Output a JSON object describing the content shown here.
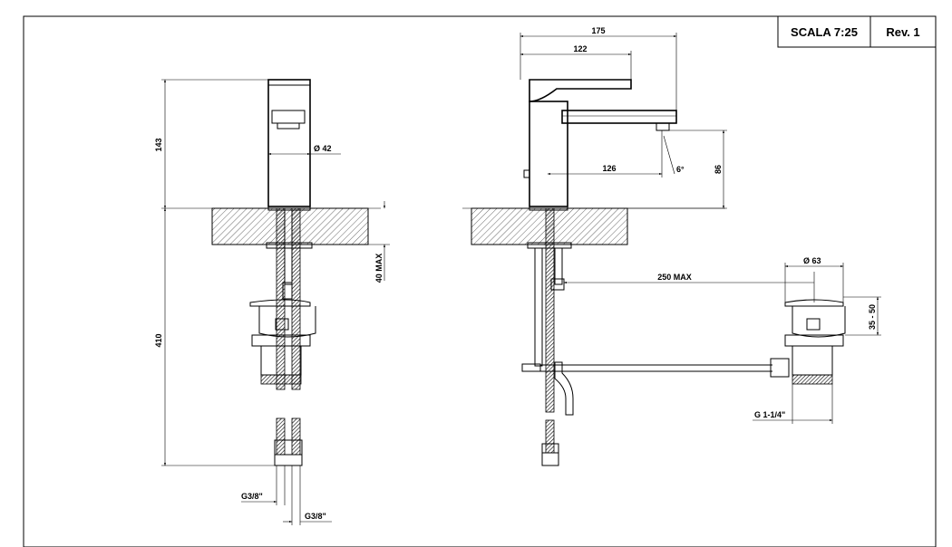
{
  "title_block": {
    "scale": "SCALA 7:25",
    "revision": "Rev. 1"
  },
  "dimensions": {
    "overall_width": "175",
    "handle_length": "122",
    "spout_reach": "126",
    "spout_height": "86",
    "total_height": "143",
    "body_diameter": "Ø 42",
    "max_deck_thickness": "40 MAX",
    "below_deck_length": "410",
    "drain_rod_max": "250 MAX",
    "drain_diameter": "Ø 63",
    "drain_range": "35 - 50",
    "drain_thread": "G 1-1/4\"",
    "inlet_thread_1": "G3/8\"",
    "inlet_thread_2": "G3/8\""
  },
  "flow_angle": "6°"
}
